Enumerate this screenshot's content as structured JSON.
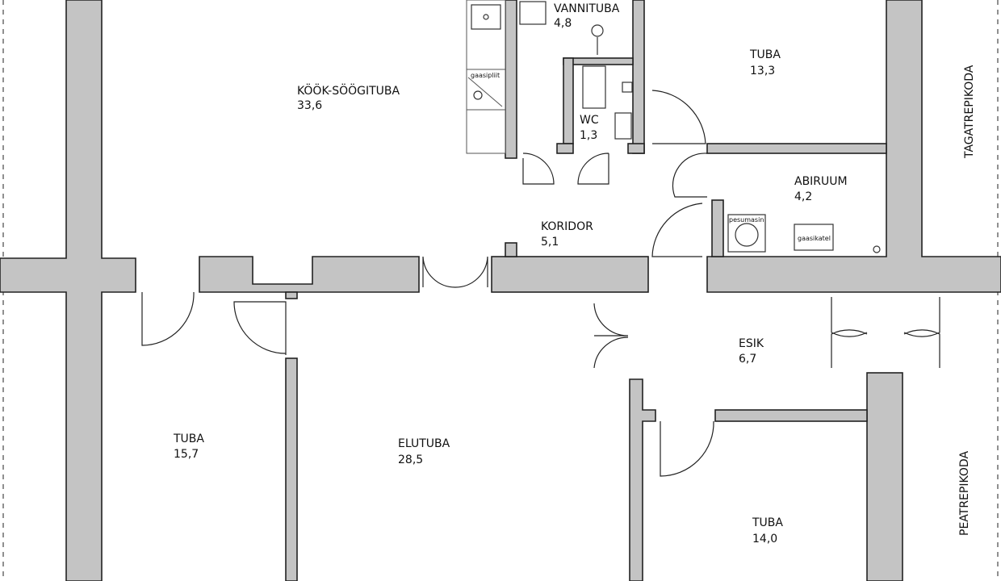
{
  "rooms": {
    "kook": {
      "name": "KÖÖK-SÖÖGITUBA",
      "area": "33,6"
    },
    "vannituba": {
      "name": "VANNITUBA",
      "area": "4,8"
    },
    "wc": {
      "name": "WC",
      "area": "1,3"
    },
    "tuba_ne": {
      "name": "TUBA",
      "area": "13,3"
    },
    "abiruum": {
      "name": "ABIRUUM",
      "area": "4,2"
    },
    "koridor": {
      "name": "KORIDOR",
      "area": "5,1"
    },
    "esik": {
      "name": "ESIK",
      "area": "6,7"
    },
    "tuba_sw": {
      "name": "TUBA",
      "area": "15,7"
    },
    "elutuba": {
      "name": "ELUTUBA",
      "area": "28,5"
    },
    "tuba_se": {
      "name": "TUBA",
      "area": "14,0"
    }
  },
  "stairs": {
    "back": "TAGATREPIKODA",
    "main": "PEATREPIKODA"
  },
  "fixtures": {
    "stove": "gaasipliit",
    "washer": "pesumasin",
    "boiler": "gaasikatel"
  }
}
